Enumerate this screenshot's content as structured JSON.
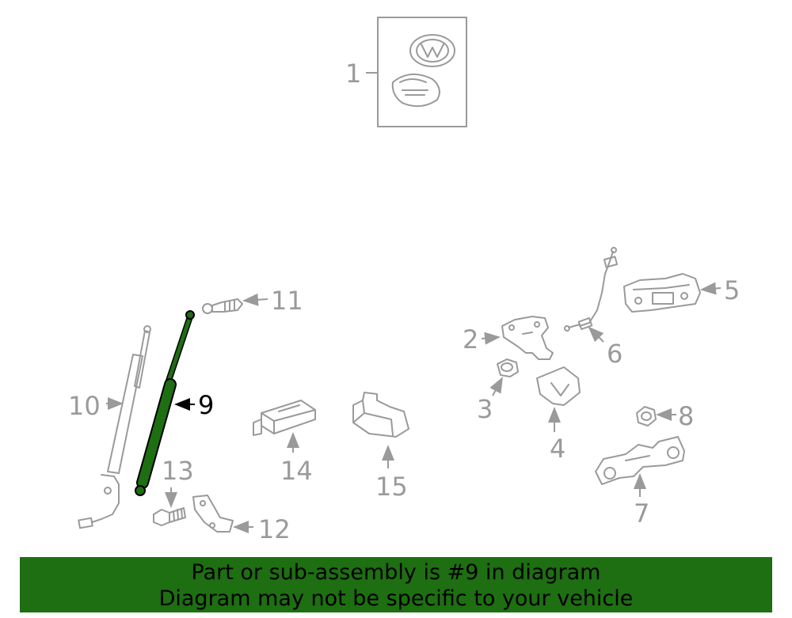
{
  "diagram": {
    "highlight_color": "#1e6e12",
    "parts": [
      {
        "number": "1",
        "icon": "emblem-badge-icon"
      },
      {
        "number": "2",
        "icon": "latch-icon"
      },
      {
        "number": "3",
        "icon": "nut-icon"
      },
      {
        "number": "4",
        "icon": "striker-icon"
      },
      {
        "number": "5",
        "icon": "actuator-icon"
      },
      {
        "number": "6",
        "icon": "cable-icon"
      },
      {
        "number": "7",
        "icon": "bracket-icon"
      },
      {
        "number": "8",
        "icon": "nut-icon"
      },
      {
        "number": "9",
        "icon": "lift-support-strut-icon",
        "highlighted": true
      },
      {
        "number": "10",
        "icon": "power-strut-icon"
      },
      {
        "number": "11",
        "icon": "ball-stud-icon"
      },
      {
        "number": "12",
        "icon": "mount-bracket-icon"
      },
      {
        "number": "13",
        "icon": "bolt-icon"
      },
      {
        "number": "14",
        "icon": "control-module-icon"
      },
      {
        "number": "15",
        "icon": "cover-icon"
      }
    ]
  },
  "banner": {
    "line1": "Part or sub-assembly is #9 in diagram",
    "line2": "Diagram may not be specific to your vehicle"
  }
}
